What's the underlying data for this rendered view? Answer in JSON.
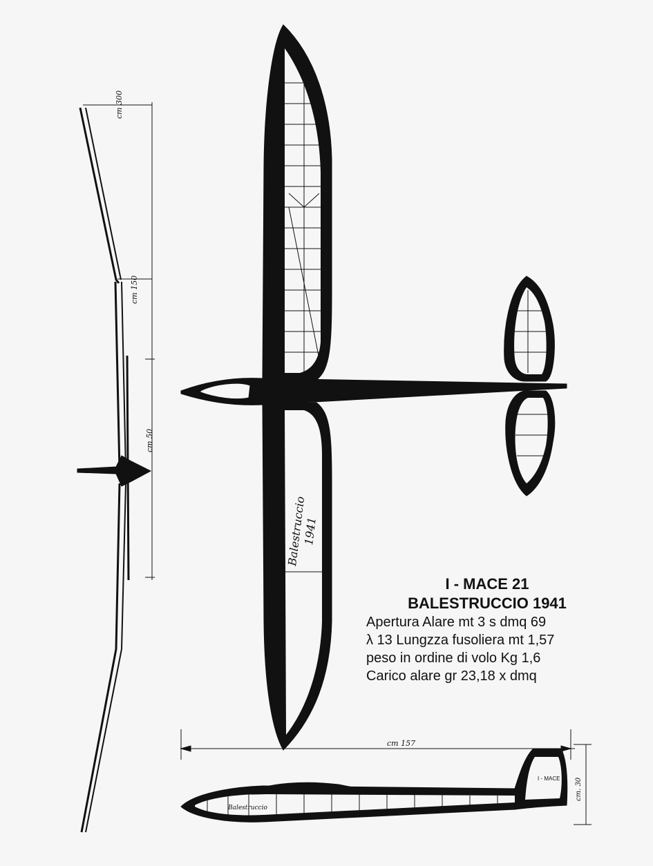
{
  "spec": {
    "title": "I - MACE 21",
    "subtitle": "BALESTRUCCIO 1941",
    "lines": [
      "Apertura Alare mt 3 s dmq 69",
      "λ 13 Lungzza fusoliera mt 1,57",
      "peso in ordine di volo Kg 1,6",
      "Carico alare gr 23,18 x dmq"
    ]
  },
  "drawing": {
    "wing_inscription_name": "Balestruccio",
    "wing_inscription_year": "1941",
    "fuselage_inscription": "Balestruccio",
    "fin_marking": "I - MACE",
    "dim_length": "cm 157",
    "dim_fin_height": "cm. 30",
    "dim_dihedral_outer": "cm 300",
    "dim_dihedral_mid": "cm 150",
    "dim_center": "cm 50"
  },
  "colors": {
    "ink": "#111111",
    "paper": "#f6f6f6"
  }
}
